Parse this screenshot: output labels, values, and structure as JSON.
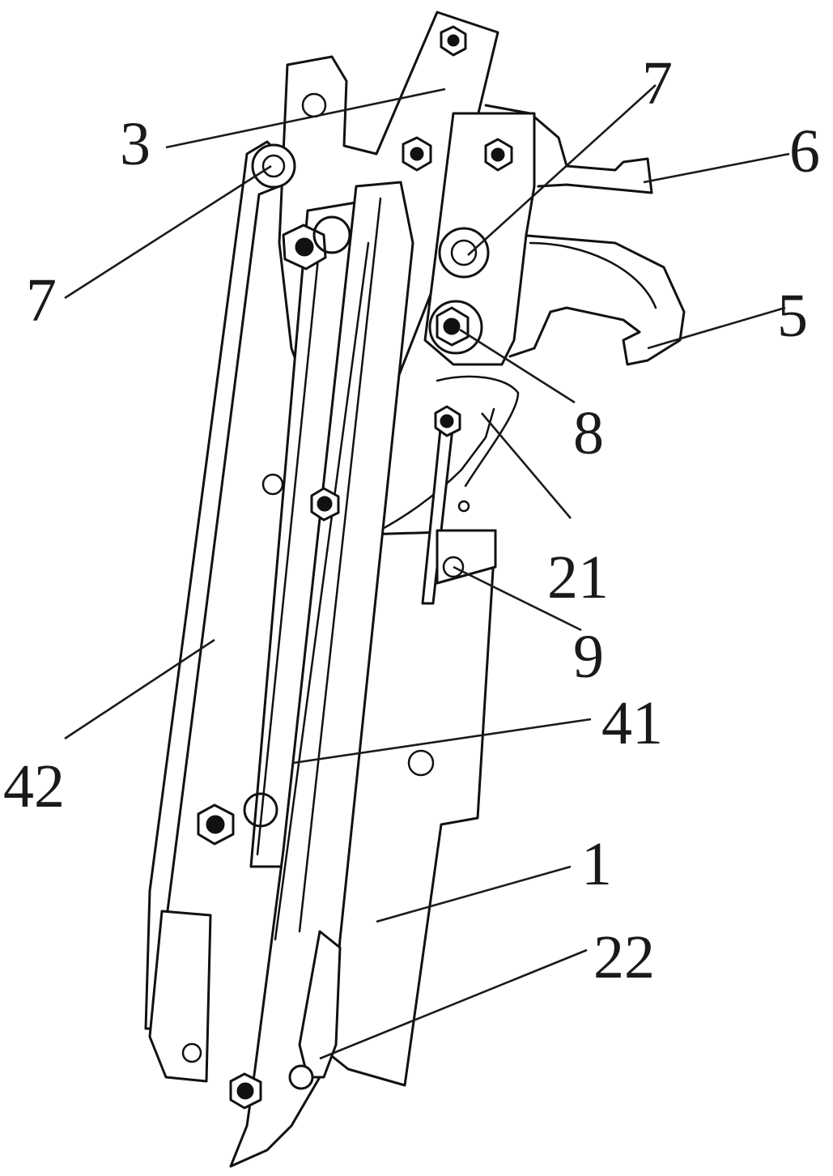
{
  "figure": {
    "callouts": [
      {
        "id": "label-3",
        "text": "3"
      },
      {
        "id": "label-7a",
        "text": "7"
      },
      {
        "id": "label-7b",
        "text": "7"
      },
      {
        "id": "label-6",
        "text": "6"
      },
      {
        "id": "label-5",
        "text": "5"
      },
      {
        "id": "label-8",
        "text": "8"
      },
      {
        "id": "label-21",
        "text": "21"
      },
      {
        "id": "label-9",
        "text": "9"
      },
      {
        "id": "label-41",
        "text": "41"
      },
      {
        "id": "label-42",
        "text": "42"
      },
      {
        "id": "label-1",
        "text": "1"
      },
      {
        "id": "label-22",
        "text": "22"
      }
    ]
  }
}
